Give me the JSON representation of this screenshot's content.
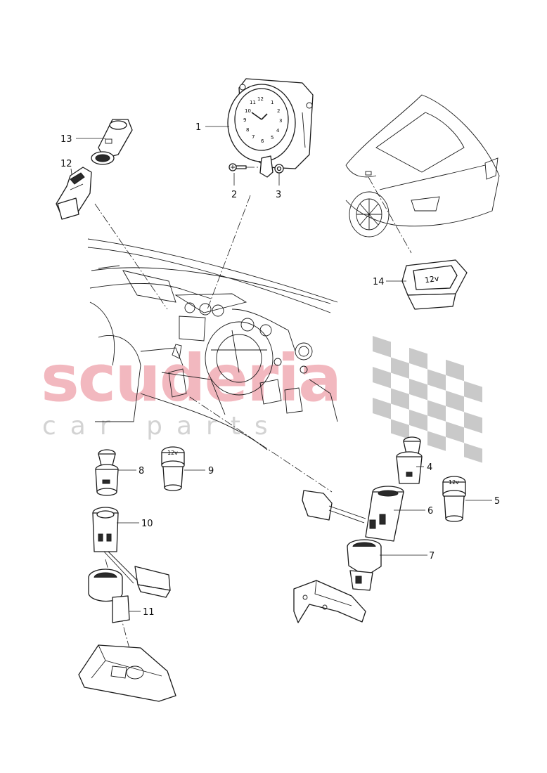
{
  "diagram": {
    "watermark": {
      "main": "scuderia",
      "sub": "car parts"
    },
    "part_numbers": [
      "1",
      "2",
      "3",
      "4",
      "5",
      "6",
      "7",
      "8",
      "9",
      "10",
      "11",
      "12",
      "13",
      "14"
    ],
    "clock_numerals": [
      "12",
      "1",
      "2",
      "3",
      "4",
      "5",
      "6",
      "7",
      "8",
      "9",
      "10",
      "11"
    ],
    "socket_labels": [
      "12v",
      "12v",
      "12v"
    ]
  }
}
